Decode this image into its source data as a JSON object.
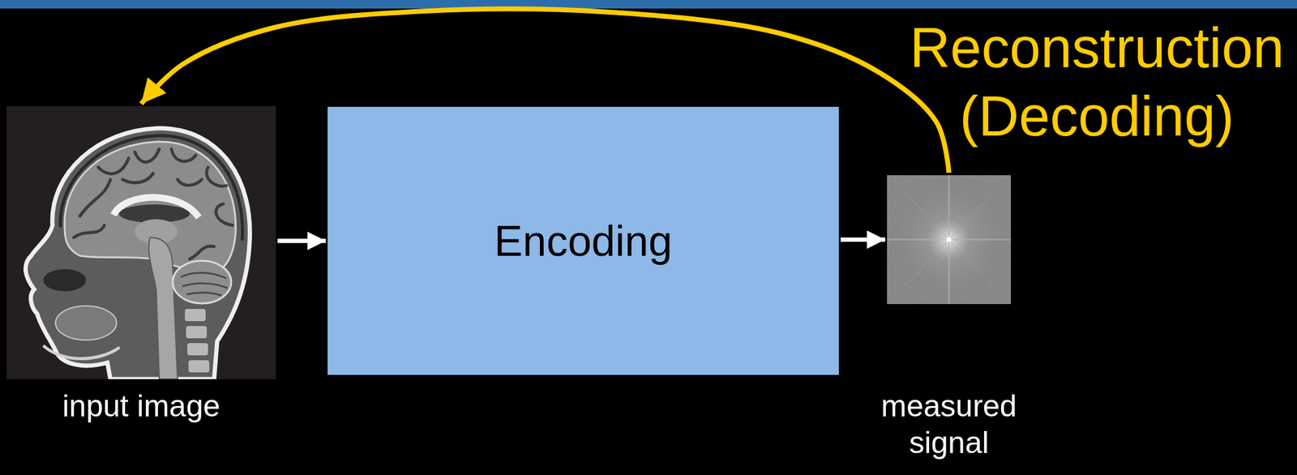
{
  "diagram": {
    "nodes": [
      {
        "text": [
          "input image"
        ]
      },
      {
        "text": [
          "Encoding"
        ]
      },
      {
        "text": [
          "measured signal"
        ]
      }
    ],
    "edges": [
      {
        "from": 0,
        "to": 1,
        "arrow": "to"
      },
      {
        "from": 1,
        "to": 2,
        "arrow": "to"
      },
      {
        "from": 2,
        "to": 0,
        "label": "Reconstruction (Decoding)",
        "arrow": "to"
      }
    ]
  }
}
